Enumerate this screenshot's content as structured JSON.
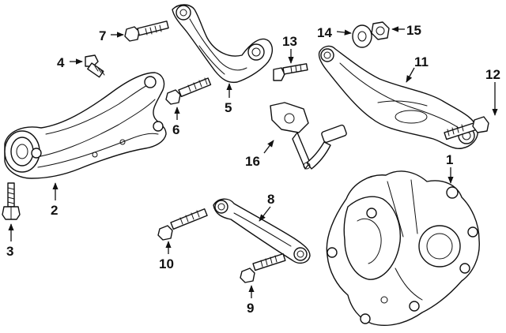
{
  "diagram": {
    "callouts": [
      {
        "id": "1",
        "label": "1"
      },
      {
        "id": "2",
        "label": "2"
      },
      {
        "id": "3",
        "label": "3"
      },
      {
        "id": "4",
        "label": "4"
      },
      {
        "id": "5",
        "label": "5"
      },
      {
        "id": "6",
        "label": "6"
      },
      {
        "id": "7",
        "label": "7"
      },
      {
        "id": "8",
        "label": "8"
      },
      {
        "id": "9",
        "label": "9"
      },
      {
        "id": "10",
        "label": "10"
      },
      {
        "id": "11",
        "label": "11"
      },
      {
        "id": "12",
        "label": "12"
      },
      {
        "id": "13",
        "label": "13"
      },
      {
        "id": "14",
        "label": "14"
      },
      {
        "id": "15",
        "label": "15"
      },
      {
        "id": "16",
        "label": "16"
      }
    ],
    "parts": [
      "knuckle",
      "lower-control-arm",
      "stud-bolt",
      "small-bolt",
      "upper-control-arm",
      "long-bolt",
      "bolt",
      "toe-link",
      "link-bolt",
      "link-bolt",
      "trailing-arm",
      "arm-bolt",
      "sensor-bolt",
      "cam-washer",
      "nut",
      "height-sensor-link"
    ]
  }
}
